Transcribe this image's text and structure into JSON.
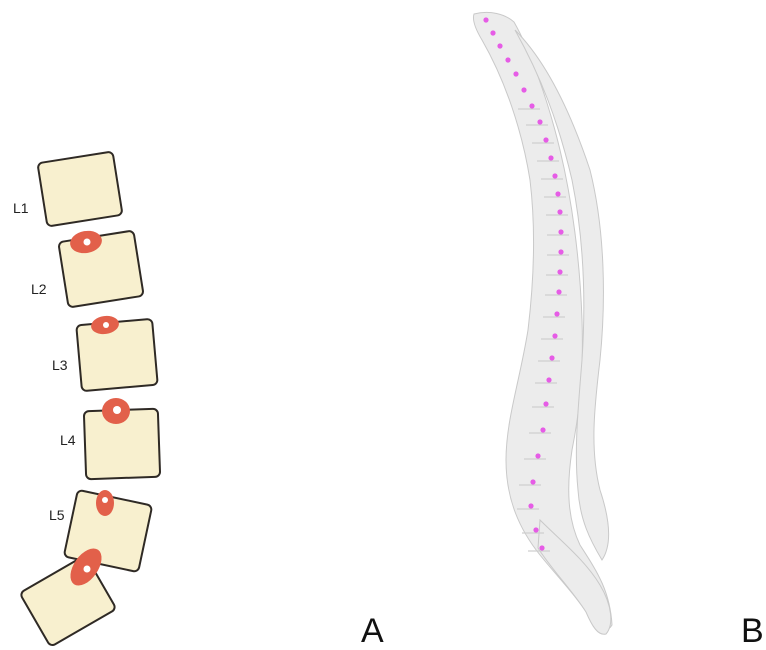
{
  "panel_a": {
    "letter": "A",
    "vertebra_fill": "#f8f0cf",
    "vertebra_stroke": "#2f2a25",
    "lesion_color": "#e2604a",
    "lesion_core_color": "#ffffff",
    "vertebrae": [
      {
        "label": "L1"
      },
      {
        "label": "L2"
      },
      {
        "label": "L3"
      },
      {
        "label": "L4"
      },
      {
        "label": "L5"
      },
      {
        "label": ""
      }
    ]
  },
  "panel_b": {
    "letter": "B",
    "bone_color": "#ececec",
    "marker_color": "#e65ce6"
  }
}
